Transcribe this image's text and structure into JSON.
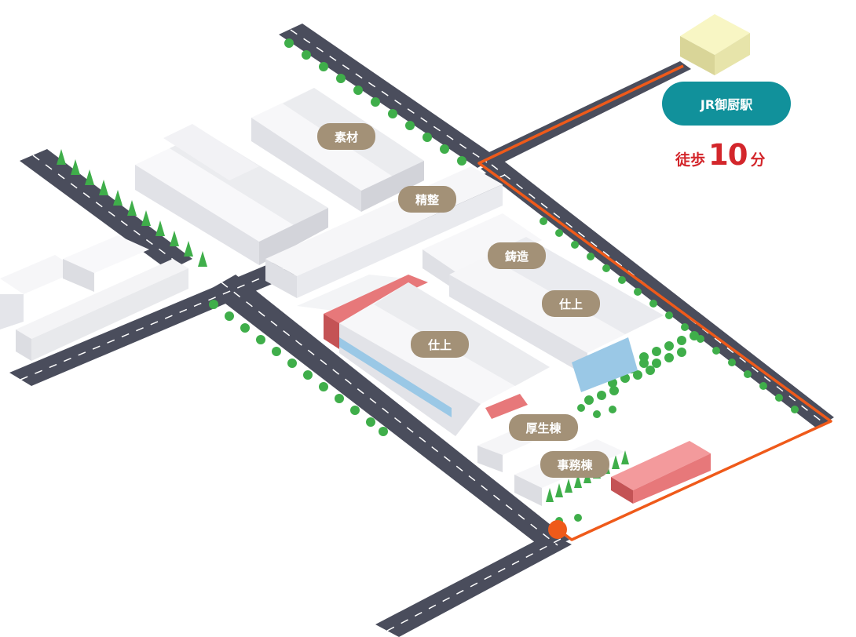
{
  "map": {
    "buildings": [
      {
        "id": "sozai",
        "label": "素材"
      },
      {
        "id": "seisei",
        "label": "精整"
      },
      {
        "id": "chuzo",
        "label": "鋳造"
      },
      {
        "id": "shiage_right",
        "label": "仕上"
      },
      {
        "id": "shiage_left",
        "label": "仕上"
      },
      {
        "id": "kouseito",
        "label": "厚生棟"
      },
      {
        "id": "jimuto",
        "label": "事務棟"
      }
    ],
    "station": {
      "name": "JR御厨駅"
    },
    "walk": {
      "prefix": "徒歩",
      "minutes": "10",
      "suffix": "分"
    }
  },
  "colors": {
    "road": "#4a4d5c",
    "route": "#ef5a1a",
    "station_pill": "#11919b",
    "label_bg": "#a39177",
    "walk_text": "#d3262b",
    "tree": "#3fae4a",
    "roof_red": "#e7787a",
    "glass_blue": "#9ac8e6",
    "station_block": "#f0f0b0"
  }
}
